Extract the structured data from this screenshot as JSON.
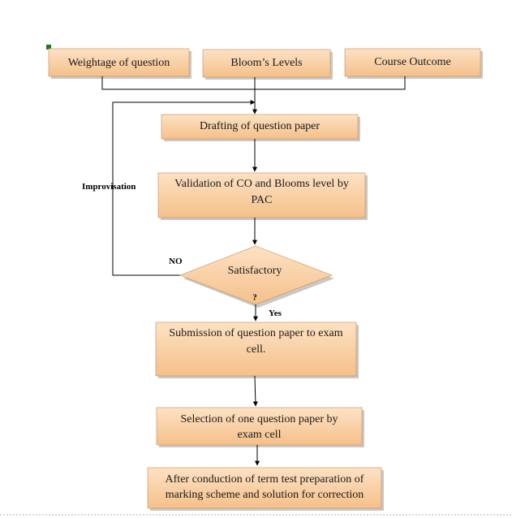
{
  "colors": {
    "box_top": "#fde2c4",
    "box_bottom": "#f5c08a",
    "box_edge": "#c98d52",
    "shadow": "#9a9a9a",
    "marker": "#1f7a1f",
    "line": "#000000"
  },
  "inputs": {
    "weightage": "Weightage of question",
    "blooms": "Bloom’s Levels",
    "course_outcome": "Course Outcome"
  },
  "steps": {
    "drafting": "Drafting of question paper",
    "validation_line1": "Validation of CO and Blooms level by",
    "validation_line2": "PAC",
    "submission_line1": "Submission of question paper to exam",
    "submission_line2": "cell.",
    "selection_line1": "Selection of one question paper by",
    "selection_line2": "exam cell",
    "final_line1": "After conduction of term test preparation of",
    "final_line2": "marking scheme and solution for correction"
  },
  "decision": {
    "text": "Satisfactory",
    "question_mark": "?",
    "no_label": "NO",
    "yes_label": "Yes"
  },
  "loop_label": "Improvisation"
}
